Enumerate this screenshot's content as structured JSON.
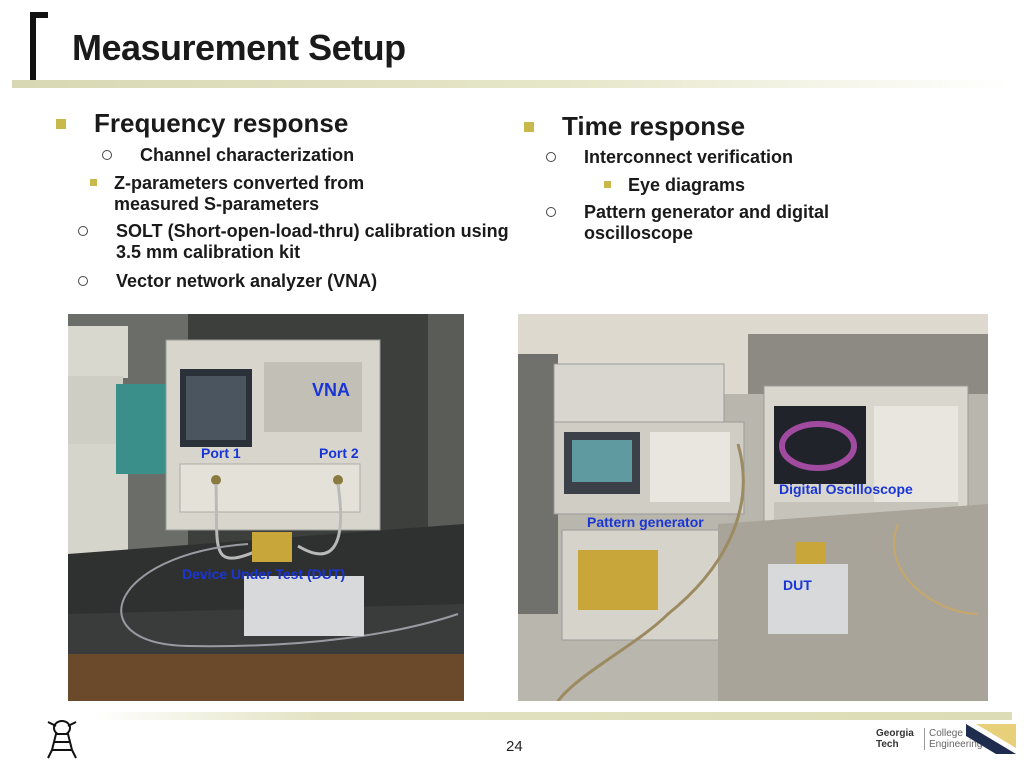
{
  "slide": {
    "title": "Measurement Setup",
    "page_number": "24"
  },
  "left_column": {
    "heading": "Frequency response",
    "items": [
      {
        "label": "Channel characterization",
        "sub": [
          "Z-parameters converted from measured S-parameters"
        ]
      },
      {
        "label": "SOLT (Short-open-load-thru) calibration using 3.5 mm calibration kit",
        "sub": []
      },
      {
        "label": "Vector network analyzer (VNA)",
        "sub": []
      }
    ]
  },
  "right_column": {
    "heading": "Time response",
    "items": [
      {
        "label": "Interconnect verification",
        "sub": [
          "Eye diagrams"
        ]
      },
      {
        "label": "Pattern generator and digital oscilloscope",
        "sub": []
      }
    ]
  },
  "photo_left": {
    "captions": {
      "vna": "VNA",
      "port1": "Port 1",
      "port2": "Port 2",
      "dut": "Device Under Test (DUT)"
    }
  },
  "photo_right": {
    "captions": {
      "scope": "Digital Oscilloscope",
      "pattern_gen": "Pattern generator",
      "dut": "DUT"
    }
  },
  "footer": {
    "logo_line1": "Georgia",
    "logo_line2": "Tech",
    "college_line1": "College of",
    "college_line2": "Engineering"
  },
  "colors": {
    "accent_bullet": "#c9b94b",
    "caption_blue": "#1a35d6",
    "rule": "#dcdcb6"
  }
}
